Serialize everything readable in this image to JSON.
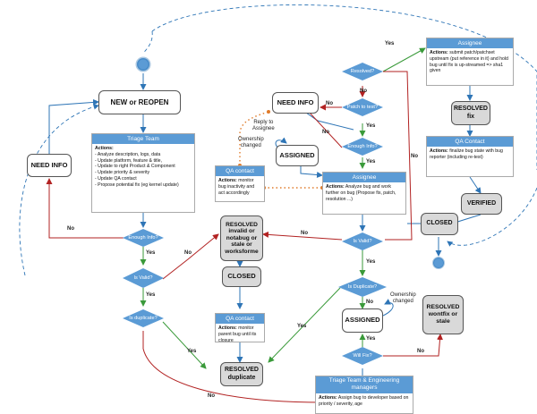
{
  "nodes": {
    "new_reopen": "NEW or REOPEN",
    "need_info_left": "NEED INFO",
    "need_info_mid": "NEED INFO",
    "assigned_top": "ASSIGNED",
    "assigned_bottom": "ASSIGNED",
    "resolved_invalid": "RESOLVED\ninvalid or\nnotabug or\nstale or\nworksforme",
    "closed_mid": "CLOSED",
    "resolved_duplicate": "RESOLVED\nduplicate",
    "resolved_fix": "RESOLVED\nfix",
    "verified": "VERIFIED",
    "closed_right": "CLOSED",
    "resolved_wontfix": "RESOLVED\nwontfix or\nstale"
  },
  "cards": {
    "triage": {
      "title": "Triage Team",
      "actions_label": "Actions:",
      "items": [
        "- Analyze description, logs, data",
        "- Update platform, feature & title,",
        "- Update to right Product & Component",
        "- Update priority & severity",
        "- Update QA contact",
        "- Propose potential fix (eg kernel update)"
      ]
    },
    "qa_left": {
      "title": "QA contact",
      "actions_label": "Actions:",
      "text": " monitor bug inactivity and act accordingly"
    },
    "qa_dup": {
      "title": "QA contact",
      "actions_label": "Actions:",
      "text": " monitor parent bug until its closure"
    },
    "assignee_mid": {
      "title": "Assignee",
      "actions_label": "Actions:",
      "text": " Analyze bug and work further on bug (Propose fix, patch, resolution ...)"
    },
    "assignee_top": {
      "title": "Assignee",
      "actions_label": "Actions:",
      "text": " submit patch/patchset upstream (put reference in it) and hold bug until fix is up-streamed => sha1 given"
    },
    "qa_right": {
      "title": "QA Contact",
      "actions_label": "Actions:",
      "text": " finalize bug state with bug reporter (including re-test)"
    },
    "triage_mgr": {
      "title": "Triage Team & Engineering managers",
      "actions_label": "Actions:",
      "text": " Assign bug to developer based on priority / severity, age"
    }
  },
  "decisions": {
    "enough_info_left": "Enough Info?",
    "is_valid_left": "Is Valid?",
    "is_duplicate_left": "Is duplicate?",
    "resolved_q": "Resolved?",
    "patch_to_test": "Patch to test?",
    "enough_info_mid": "Enough Info?",
    "is_valid_mid": "Is Valid?",
    "is_duplicate_mid": "Is Duplicate?",
    "will_fix": "Will Fix?"
  },
  "edge_labels": {
    "yes_resolved": "Yes",
    "no_resolved": "No",
    "yes_patch": "Yes",
    "no_patch": "No",
    "yes_enough_mid": "Yes",
    "no_enough_mid": "No",
    "yes_enough_left": "Yes",
    "no_enough_left": "No",
    "yes_valid_left": "Yes",
    "no_valid_left": "No",
    "no_valid_mid": "No",
    "yes_valid_mid": "Yes",
    "yes_dup_left": "Yes",
    "no_dup_left": "No",
    "yes_dup_mid": "Yes",
    "no_dup_mid": "No",
    "yes_willfix": "Yes",
    "no_willfix": "No",
    "no_long": "No"
  },
  "annotations": {
    "reply_to_assignee": "Reply to\nAssignee",
    "ownership_changed_top": "Ownership\nchanged",
    "ownership_changed_bottom": "Ownership\nchanged"
  },
  "colors": {
    "card_header": "#5b9bd5",
    "diamond": "#5b9bd5",
    "start_circle": "#5b9bd5",
    "yes_arrow": "#3a9a3a",
    "no_arrow": "#b22222",
    "flow_arrow": "#2e75b6",
    "dotted_orange": "#e07b2a",
    "resolved_fill": "#d9d9d9"
  }
}
